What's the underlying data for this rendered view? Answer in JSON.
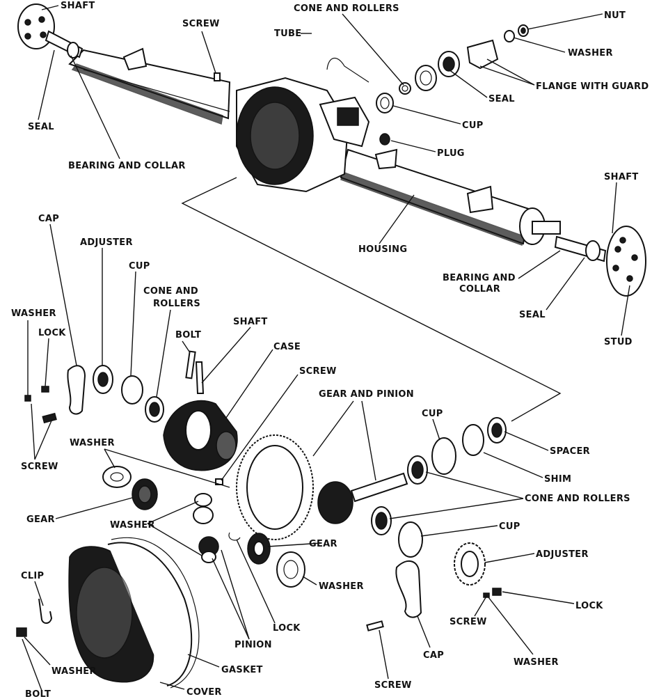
{
  "labels": {
    "shaft_top": "SHAFT",
    "seal_left": "SEAL",
    "bearing_collar_left": "BEARING AND COLLAR",
    "screw_top": "SCREW",
    "tube": "TUBE",
    "cone_rollers_top": "CONE AND ROLLERS",
    "nut": "NUT",
    "washer_top": "WASHER",
    "flange_guard": "FLANGE WITH GUARD",
    "seal_top": "SEAL",
    "cup_top": "CUP",
    "plug": "PLUG",
    "shaft_right": "SHAFT",
    "housing": "HOUSING",
    "bearing_collar_right": "BEARING AND COLLAR",
    "seal_right": "SEAL",
    "stud": "STUD",
    "cap_left": "CAP",
    "adjuster_left": "ADJUSTER",
    "cup_left": "CUP",
    "cone_rollers_left": "CONE AND ROLLERS",
    "washer_left": "WASHER",
    "lock_left": "LOCK",
    "bolt_mid": "BOLT",
    "shaft_mid": "SHAFT",
    "case": "CASE",
    "screw_mid": "SCREW",
    "gear_pinion": "GEAR AND PINION",
    "cup_right": "CUP",
    "spacer": "SPACER",
    "shim": "SHIM",
    "screw_left": "SCREW",
    "washer_mid": "WASHER",
    "gear_left": "GEAR",
    "washer_center": "WASHER",
    "cone_rollers_right": "CONE AND ROLLERS",
    "cup_lower_right": "CUP",
    "gear_center": "GEAR",
    "washer_lower": "WASHER",
    "adjuster_right": "ADJUSTER",
    "clip": "CLIP",
    "lock_center": "LOCK",
    "screw_right": "SCREW",
    "lock_right": "LOCK",
    "pinion": "PINION",
    "washer_right": "WASHER",
    "cap_right": "CAP",
    "washer_bottom_left": "WASHER",
    "gasket": "GASKET",
    "bolt_bottom": "BOLT",
    "cover": "COVER",
    "screw_bottom": "SCREW"
  }
}
